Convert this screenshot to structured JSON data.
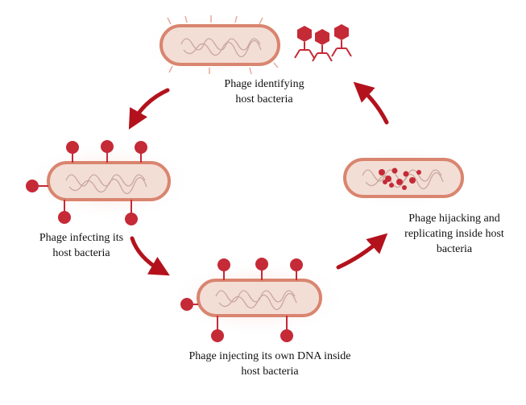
{
  "captions": {
    "identifying": {
      "line1": "Phage identifying",
      "line2": "host bacteria"
    },
    "infecting": {
      "line1": "Phage infecting its",
      "line2": "host bacteria"
    },
    "injecting": {
      "line1": "Phage injecting its own DNA inside",
      "line2": "host bacteria"
    },
    "hijacking": {
      "line1": "Phage hijacking and",
      "line2": "replicating inside host",
      "line3": "bacteria"
    }
  },
  "colors": {
    "bacteria_fill": "#f3ded6",
    "bacteria_outline": "#d9856f",
    "phage": "#c52a37",
    "arrow": "#b3121c",
    "dna": "#c9a79c"
  },
  "icons": [
    "bacterium",
    "phage",
    "cycle-arrow",
    "dna-strand"
  ]
}
